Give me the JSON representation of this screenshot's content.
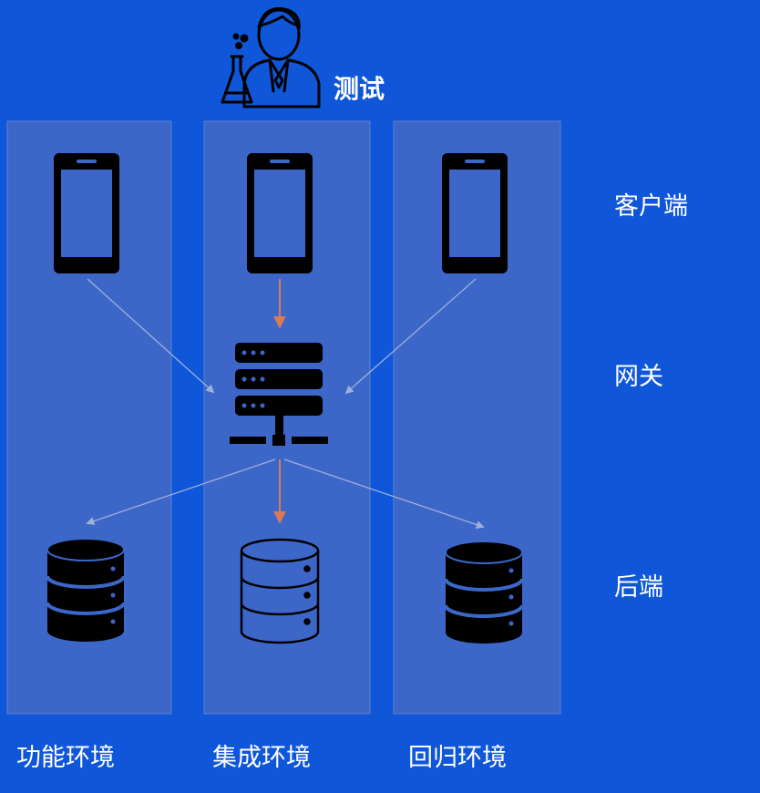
{
  "tester": {
    "label": "测试",
    "icon": "scientist-icon"
  },
  "layers": {
    "client": "客户端",
    "gateway": "网关",
    "backend": "后端"
  },
  "environments": [
    {
      "label": "功能环境",
      "phone_icon": "smartphone-icon",
      "db_icon": "database-icon",
      "db_style": "filled"
    },
    {
      "label": "集成环境",
      "phone_icon": "smartphone-icon",
      "db_icon": "database-icon",
      "db_style": "outline"
    },
    {
      "label": "回归环境",
      "phone_icon": "smartphone-icon",
      "db_icon": "database-icon",
      "db_style": "filled"
    }
  ],
  "gateway_icon": "server-icon",
  "colors": {
    "background": "#0f56d8",
    "column": "#3c67c9",
    "active_arrow": "#d77a55",
    "inactive_arrow": "#9eb0d8",
    "icon": "#000000",
    "text": "#ffffff"
  }
}
